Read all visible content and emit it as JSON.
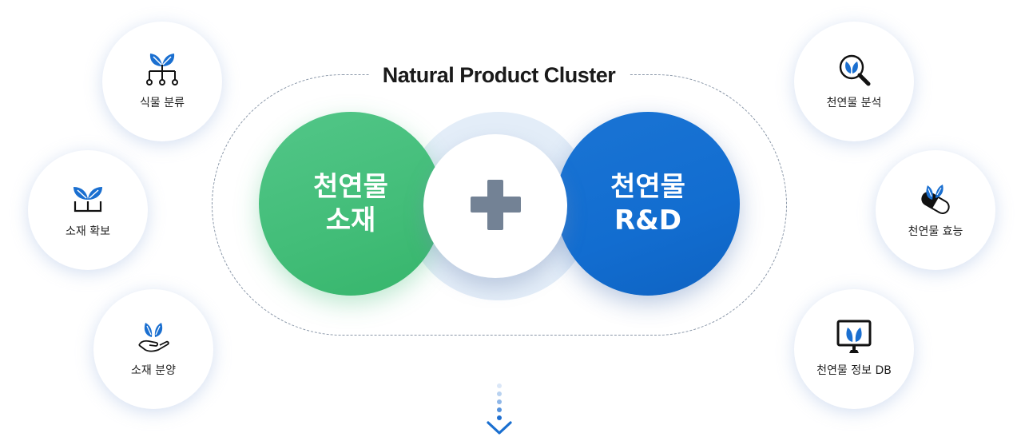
{
  "title": "Natural Product Cluster",
  "main": {
    "left_circle": {
      "line1": "천연물",
      "line2": "소재"
    },
    "right_circle": {
      "line1": "천연물",
      "line2": "R&D"
    },
    "connector": "plus-icon"
  },
  "left_items": [
    {
      "label": "식물 분류",
      "icon": "plant-tree-icon"
    },
    {
      "label": "소재 확보",
      "icon": "plant-box-icon"
    },
    {
      "label": "소재 분양",
      "icon": "plant-hand-icon"
    }
  ],
  "right_items": [
    {
      "label": "천연물 분석",
      "icon": "magnifier-leaf-icon"
    },
    {
      "label": "천연물 효능",
      "icon": "capsule-leaf-icon"
    },
    {
      "label": "천연물 정보 DB",
      "icon": "monitor-leaf-icon"
    }
  ],
  "colors": {
    "green": "#42bd78",
    "blue": "#126dd0",
    "leaf": "#1a6fd0",
    "plus": "#738295"
  }
}
